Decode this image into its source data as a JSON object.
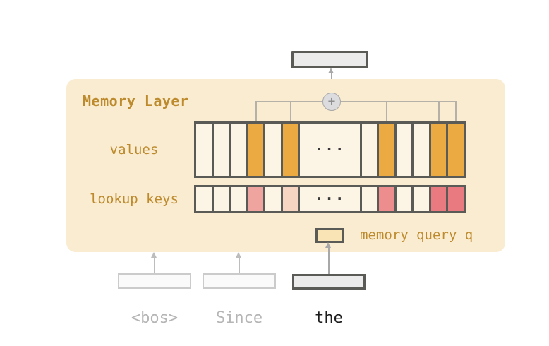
{
  "diagram": {
    "panel_title": "Memory Layer",
    "values_label": "values",
    "keys_label": "lookup keys",
    "query_label": "memory query q",
    "aggregator_symbol": "+",
    "ellipsis": "...",
    "values_cells": [
      "plain",
      "plain",
      "plain",
      "orange",
      "plain",
      "orange",
      "ellipsis",
      "plain",
      "orange",
      "plain",
      "plain",
      "orange",
      "orange"
    ],
    "keys_cells": [
      "plain",
      "plain",
      "plain",
      "pink",
      "plain",
      "peach",
      "ellipsis",
      "plain",
      "salmon",
      "plain",
      "plain",
      "red",
      "red"
    ],
    "tokens": [
      {
        "label": "<bos>",
        "state": "inactive"
      },
      {
        "label": "Since",
        "state": "inactive"
      },
      {
        "label": "the",
        "state": "active"
      }
    ]
  },
  "colors": {
    "panel-bg": "#faecd0",
    "accent-text": "#bd8b2e",
    "cell-bg": "#fcf4e4",
    "cell-border": "#5a5a57",
    "orange": "#ecaa43",
    "pink": "#f0a49f",
    "peach": "#f6d5c3",
    "salmon": "#ee8d8d",
    "red": "#e97a80",
    "gray-box-bg": "#ebebeb",
    "query-bg": "#f8e4b5",
    "arrow": "#a8a8a8",
    "faded-arrow": "#bdbdbd",
    "faded-border": "#cbcbcb",
    "faded-box-bg": "#fafafa",
    "connector": "#b5b1a8",
    "inactive-text": "#b5b5b5",
    "active-text": "#1c1c1c",
    "ellipsis-color": "#3a3a3a",
    "circle-bg": "#dcdcdf",
    "circle-border": "#a8a8a8",
    "plus": "#8f8f8f"
  }
}
